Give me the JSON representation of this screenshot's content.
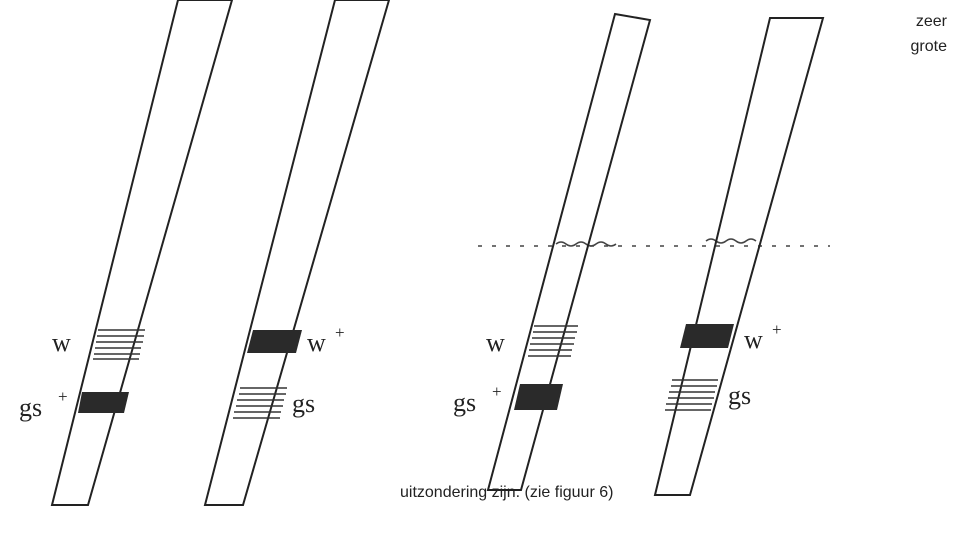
{
  "text": {
    "side_line_1": "zeer",
    "side_line_2": "grote",
    "caption": "uitzondering zijn. (zie figuur 6)"
  },
  "labels": {
    "w": "w",
    "w_plus": "w",
    "gs_plus": "gs",
    "gs": "gs",
    "plus": "+"
  },
  "colors": {
    "ink": "#222222",
    "band_dark": "#2a2a2a",
    "background": "#ffffff"
  }
}
